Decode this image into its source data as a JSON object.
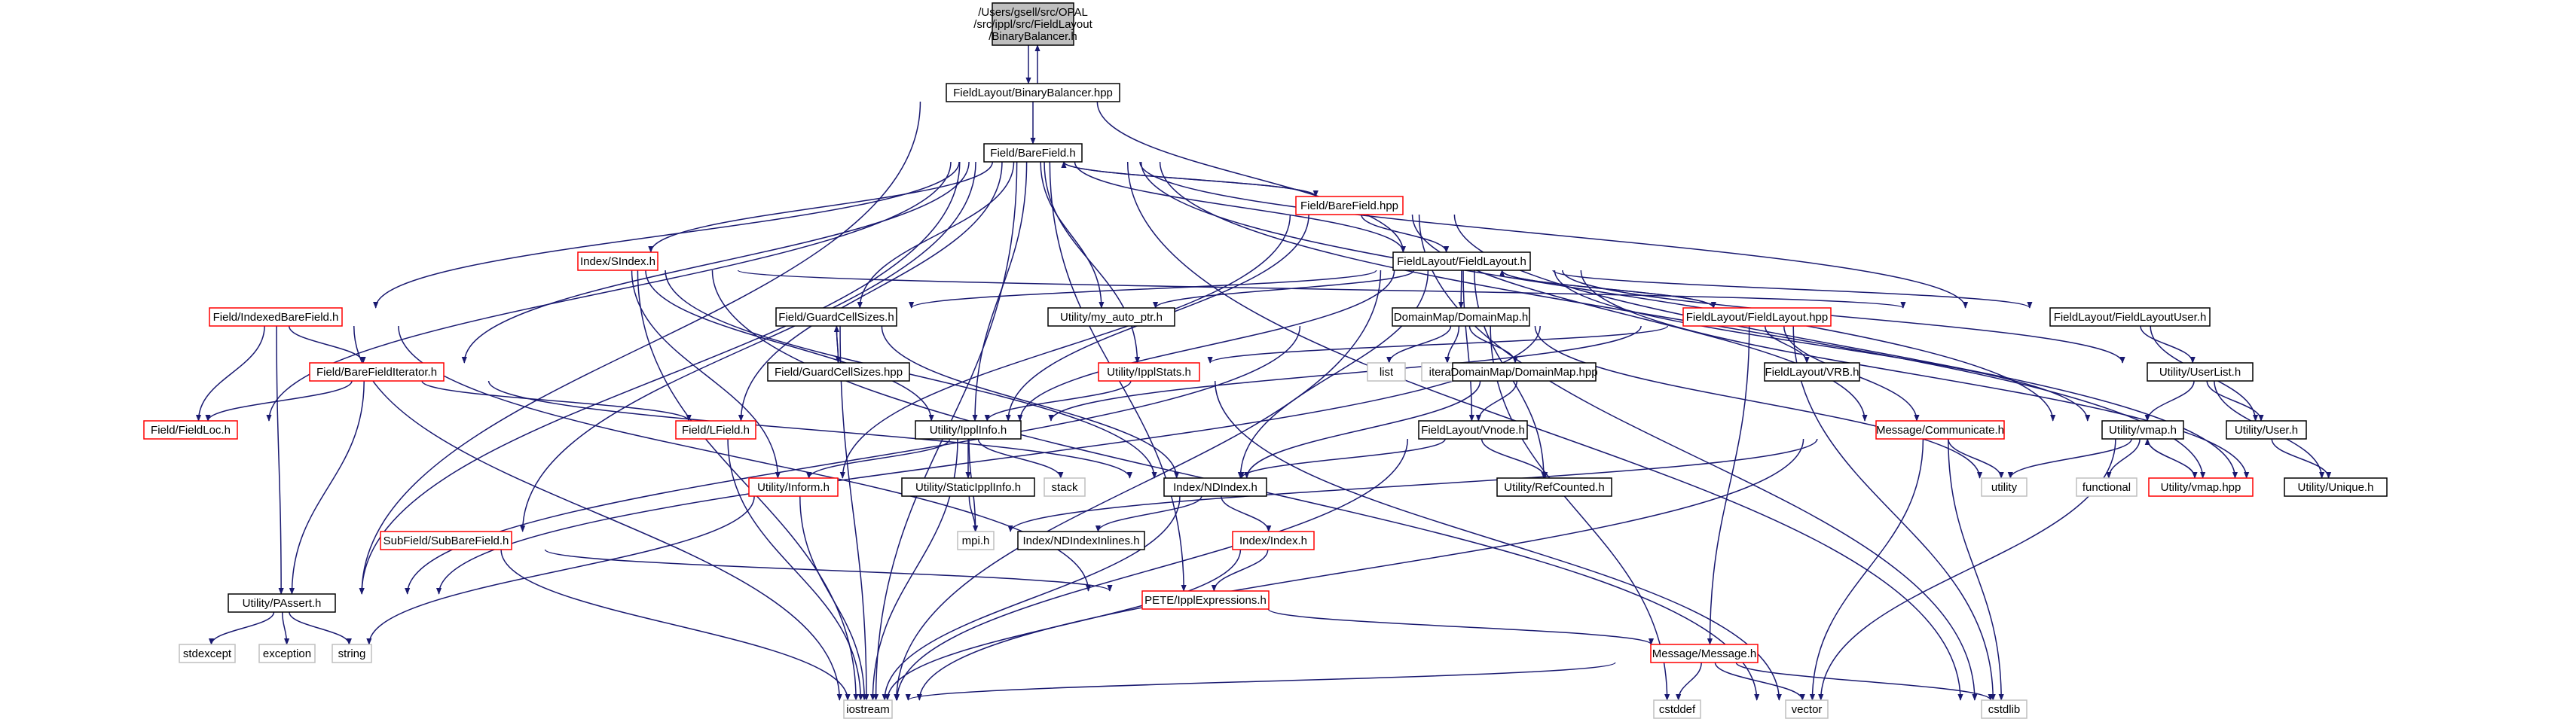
{
  "colors": {
    "edge": "#191970",
    "border_black": "#000000",
    "border_red": "#ff0000",
    "border_gray": "#bfbfbf",
    "root_fill": "#bfbfbf",
    "text": "#000000"
  },
  "nodes": [
    {
      "id": "root",
      "label": "/Users/gsell/src/OPAL\n/src/ippl/src/FieldLayout\n/BinaryBalancer.h",
      "style": "root"
    },
    {
      "id": "bbhpp",
      "label": "FieldLayout/BinaryBalancer.hpp",
      "style": "black"
    },
    {
      "id": "barefield_h",
      "label": "Field/BareField.h",
      "style": "black"
    },
    {
      "id": "barefield_hpp",
      "label": "Field/BareField.hpp",
      "style": "red"
    },
    {
      "id": "fieldlayout_h",
      "label": "FieldLayout/FieldLayout.h",
      "style": "black"
    },
    {
      "id": "sindex",
      "label": "Index/SIndex.h",
      "style": "red"
    },
    {
      "id": "indexedbf",
      "label": "Field/IndexedBareField.h",
      "style": "red"
    },
    {
      "id": "gcs",
      "label": "Field/GuardCellSizes.h",
      "style": "black"
    },
    {
      "id": "gcs_hpp",
      "label": "Field/GuardCellSizes.hpp",
      "style": "black"
    },
    {
      "id": "myautoptr",
      "label": "Utility/my_auto_ptr.h",
      "style": "black"
    },
    {
      "id": "domainmap",
      "label": "DomainMap/DomainMap.h",
      "style": "black"
    },
    {
      "id": "fl_hpp",
      "label": "FieldLayout/FieldLayout.hpp",
      "style": "red"
    },
    {
      "id": "flu",
      "label": "FieldLayout/FieldLayoutUser.h",
      "style": "black"
    },
    {
      "id": "bfi",
      "label": "Field/BareFieldIterator.h",
      "style": "red"
    },
    {
      "id": "fieldloc",
      "label": "Field/FieldLoc.h",
      "style": "red"
    },
    {
      "id": "list",
      "label": "list",
      "style": "gray"
    },
    {
      "id": "iterator",
      "label": "iterator",
      "style": "gray"
    },
    {
      "id": "dm_hpp",
      "label": "DomainMap/DomainMap.hpp",
      "style": "black"
    },
    {
      "id": "vrb",
      "label": "FieldLayout/VRB.h",
      "style": "black"
    },
    {
      "id": "ipplstats",
      "label": "Utility/IpplStats.h",
      "style": "red"
    },
    {
      "id": "userlist",
      "label": "Utility/UserList.h",
      "style": "black"
    },
    {
      "id": "lfield",
      "label": "Field/LField.h",
      "style": "red"
    },
    {
      "id": "ipplinfo",
      "label": "Utility/IpplInfo.h",
      "style": "black"
    },
    {
      "id": "vnode",
      "label": "FieldLayout/Vnode.h",
      "style": "black"
    },
    {
      "id": "communicate",
      "label": "Message/Communicate.h",
      "style": "red"
    },
    {
      "id": "vmap",
      "label": "Utility/vmap.h",
      "style": "black"
    },
    {
      "id": "user",
      "label": "Utility/User.h",
      "style": "black"
    },
    {
      "id": "inform",
      "label": "Utility/Inform.h",
      "style": "red"
    },
    {
      "id": "static",
      "label": "Utility/StaticIpplInfo.h",
      "style": "black"
    },
    {
      "id": "stack",
      "label": "stack",
      "style": "gray"
    },
    {
      "id": "ndindex",
      "label": "Index/NDIndex.h",
      "style": "black"
    },
    {
      "id": "refcounted",
      "label": "Utility/RefCounted.h",
      "style": "black"
    },
    {
      "id": "utility",
      "label": "utility",
      "style": "gray"
    },
    {
      "id": "functional",
      "label": "functional",
      "style": "gray"
    },
    {
      "id": "vmap_hpp",
      "label": "Utility/vmap.hpp",
      "style": "red"
    },
    {
      "id": "unique",
      "label": "Utility/Unique.h",
      "style": "black"
    },
    {
      "id": "subbf",
      "label": "SubField/SubBareField.h",
      "style": "red"
    },
    {
      "id": "mpi",
      "label": "mpi.h",
      "style": "gray"
    },
    {
      "id": "ndinl",
      "label": "Index/NDIndexInlines.h",
      "style": "black"
    },
    {
      "id": "indexh",
      "label": "Index/Index.h",
      "style": "red"
    },
    {
      "id": "passert",
      "label": "Utility/PAssert.h",
      "style": "black"
    },
    {
      "id": "pete",
      "label": "PETE/IpplExpressions.h",
      "style": "red"
    },
    {
      "id": "stdexcept",
      "label": "stdexcept",
      "style": "gray"
    },
    {
      "id": "exception",
      "label": "exception",
      "style": "gray"
    },
    {
      "id": "string",
      "label": "string",
      "style": "gray"
    },
    {
      "id": "message",
      "label": "Message/Message.h",
      "style": "red"
    },
    {
      "id": "iostream",
      "label": "iostream",
      "style": "gray"
    },
    {
      "id": "cstddef",
      "label": "cstddef",
      "style": "gray"
    },
    {
      "id": "vector",
      "label": "vector",
      "style": "gray"
    },
    {
      "id": "cstdlib",
      "label": "cstdlib",
      "style": "gray"
    }
  ],
  "edges": [
    [
      "root",
      "bbhpp"
    ],
    [
      "bbhpp",
      "root"
    ],
    [
      "bbhpp",
      "barefield_h"
    ],
    [
      "bbhpp",
      "passert"
    ],
    [
      "bbhpp",
      "fieldlayout_h"
    ],
    [
      "barefield_h",
      "fieldlayout_h"
    ],
    [
      "barefield_h",
      "barefield_hpp"
    ],
    [
      "barefield_h",
      "sindex"
    ],
    [
      "barefield_h",
      "indexedbf"
    ],
    [
      "barefield_h",
      "gcs"
    ],
    [
      "barefield_h",
      "myautoptr"
    ],
    [
      "barefield_h",
      "flu"
    ],
    [
      "barefield_h",
      "bfi"
    ],
    [
      "barefield_h",
      "fieldloc"
    ],
    [
      "barefield_h",
      "lfield"
    ],
    [
      "barefield_h",
      "ipplinfo"
    ],
    [
      "barefield_h",
      "ipplstats"
    ],
    [
      "barefield_h",
      "vmap"
    ],
    [
      "barefield_h",
      "unique"
    ],
    [
      "barefield_h",
      "subbf"
    ],
    [
      "barefield_h",
      "passert"
    ],
    [
      "barefield_h",
      "pete"
    ],
    [
      "barefield_h",
      "iostream"
    ],
    [
      "barefield_h",
      "cstdlib"
    ],
    [
      "barefield_hpp",
      "barefield_h"
    ],
    [
      "barefield_hpp",
      "fieldlayout_h"
    ],
    [
      "barefield_hpp",
      "ipplinfo"
    ],
    [
      "barefield_hpp",
      "inform"
    ],
    [
      "barefield_hpp",
      "communicate"
    ],
    [
      "barefield_hpp",
      "unique"
    ],
    [
      "barefield_hpp",
      "cstdlib"
    ],
    [
      "fieldlayout_h",
      "gcs"
    ],
    [
      "fieldlayout_h",
      "myautoptr"
    ],
    [
      "fieldlayout_h",
      "domainmap"
    ],
    [
      "fieldlayout_h",
      "fl_hpp"
    ],
    [
      "fieldlayout_h",
      "flu"
    ],
    [
      "fieldlayout_h",
      "userlist"
    ],
    [
      "fieldlayout_h",
      "vmap"
    ],
    [
      "fieldlayout_h",
      "unique"
    ],
    [
      "fieldlayout_h",
      "ndindex"
    ],
    [
      "fieldlayout_h",
      "vnode"
    ],
    [
      "fieldlayout_h",
      "refcounted"
    ],
    [
      "fieldlayout_h",
      "ipplinfo"
    ],
    [
      "fieldlayout_h",
      "iostream"
    ],
    [
      "fl_hpp",
      "fieldlayout_h"
    ],
    [
      "fl_hpp",
      "vrb"
    ],
    [
      "fl_hpp",
      "ipplstats"
    ],
    [
      "fl_hpp",
      "communicate"
    ],
    [
      "fl_hpp",
      "message"
    ],
    [
      "fl_hpp",
      "passert"
    ],
    [
      "fl_hpp",
      "ipplinfo"
    ],
    [
      "fl_hpp",
      "cstdlib"
    ],
    [
      "sindex",
      "flu"
    ],
    [
      "sindex",
      "ndindex"
    ],
    [
      "sindex",
      "inform"
    ],
    [
      "sindex",
      "iostream"
    ],
    [
      "sindex",
      "vector"
    ],
    [
      "sindex",
      "ipplinfo"
    ],
    [
      "indexedbf",
      "bfi"
    ],
    [
      "indexedbf",
      "fieldloc"
    ],
    [
      "indexedbf",
      "pete"
    ],
    [
      "indexedbf",
      "passert"
    ],
    [
      "indexedbf",
      "iostream"
    ],
    [
      "gcs",
      "gcs_hpp"
    ],
    [
      "gcs_hpp",
      "gcs"
    ],
    [
      "gcs",
      "ndindex"
    ],
    [
      "gcs",
      "iostream"
    ],
    [
      "domainmap",
      "list"
    ],
    [
      "domainmap",
      "iterator"
    ],
    [
      "domainmap",
      "dm_hpp"
    ],
    [
      "domainmap",
      "utility"
    ],
    [
      "domainmap",
      "cstddef"
    ],
    [
      "domainmap",
      "passert"
    ],
    [
      "dm_hpp",
      "ndindex"
    ],
    [
      "dm_hpp",
      "vnode"
    ],
    [
      "flu",
      "userlist"
    ],
    [
      "flu",
      "user"
    ],
    [
      "bfi",
      "fieldloc"
    ],
    [
      "bfi",
      "lfield"
    ],
    [
      "bfi",
      "ndindex"
    ],
    [
      "bfi",
      "passert"
    ],
    [
      "ipplstats",
      "ipplinfo"
    ],
    [
      "ipplstats",
      "vector"
    ],
    [
      "userlist",
      "vmap"
    ],
    [
      "userlist",
      "user"
    ],
    [
      "userlist",
      "unique"
    ],
    [
      "lfield",
      "iostream"
    ],
    [
      "ipplinfo",
      "inform"
    ],
    [
      "ipplinfo",
      "static"
    ],
    [
      "ipplinfo",
      "stack"
    ],
    [
      "ipplinfo",
      "mpi"
    ],
    [
      "ipplinfo",
      "iostream"
    ],
    [
      "vnode",
      "ndindex"
    ],
    [
      "vnode",
      "refcounted"
    ],
    [
      "vnode",
      "iostream"
    ],
    [
      "communicate",
      "mpi"
    ],
    [
      "communicate",
      "utility"
    ],
    [
      "communicate",
      "cstdlib"
    ],
    [
      "communicate",
      "vector"
    ],
    [
      "communicate",
      "iostream"
    ],
    [
      "vmap",
      "utility"
    ],
    [
      "vmap",
      "functional"
    ],
    [
      "vmap",
      "vmap_hpp"
    ],
    [
      "vmap_hpp",
      "vmap"
    ],
    [
      "vmap",
      "vector"
    ],
    [
      "user",
      "unique"
    ],
    [
      "inform",
      "iostream"
    ],
    [
      "inform",
      "string"
    ],
    [
      "static",
      "mpi"
    ],
    [
      "ndindex",
      "ndinl"
    ],
    [
      "ndindex",
      "indexh"
    ],
    [
      "ndindex",
      "iostream"
    ],
    [
      "subbf",
      "pete"
    ],
    [
      "subbf",
      "iostream"
    ],
    [
      "indexh",
      "pete"
    ],
    [
      "indexh",
      "iostream"
    ],
    [
      "passert",
      "stdexcept"
    ],
    [
      "passert",
      "exception"
    ],
    [
      "passert",
      "string"
    ],
    [
      "pete",
      "message"
    ],
    [
      "message",
      "iostream"
    ],
    [
      "message",
      "cstddef"
    ],
    [
      "message",
      "vector"
    ],
    [
      "message",
      "cstdlib"
    ]
  ]
}
